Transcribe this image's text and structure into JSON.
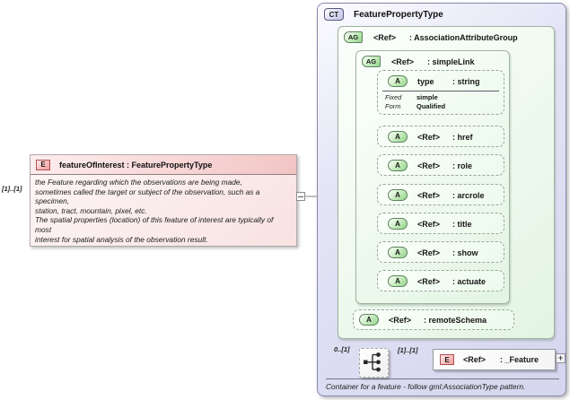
{
  "element": {
    "cardinality": "[1]..[1]",
    "badge": "E",
    "title": "featureOfInterest : FeaturePropertyType",
    "documentation": "the Feature regarding which the observations are being made,\nsometimes called the target or subject of the observation, such as a\nspecimen,\nstation, tract, mountain, pixel, etc.\nThe spatial properties (location) of this feature of interest are typically of\nmost\ninterest for spatial analysis of the observation result."
  },
  "complex_type": {
    "badge": "CT",
    "title": "FeaturePropertyType",
    "association_attribute_group": {
      "badge": "AG",
      "ref": "<Ref>",
      "name": ": AssociationAttributeGroup"
    },
    "simple_link": {
      "badge": "AG",
      "ref": "<Ref>",
      "name": ": simpleLink"
    },
    "type_attribute": {
      "badge": "A",
      "name": "type",
      "type": ": string",
      "fixed_label": "Fixed",
      "fixed_value": "simple",
      "form_label": "Form",
      "form_value": "Qualified"
    },
    "attributes": [
      {
        "badge": "A",
        "ref": "<Ref>",
        "name": ": href"
      },
      {
        "badge": "A",
        "ref": "<Ref>",
        "name": ": role"
      },
      {
        "badge": "A",
        "ref": "<Ref>",
        "name": ": arcrole"
      },
      {
        "badge": "A",
        "ref": "<Ref>",
        "name": ": title"
      },
      {
        "badge": "A",
        "ref": "<Ref>",
        "name": ": show"
      },
      {
        "badge": "A",
        "ref": "<Ref>",
        "name": ": actuate"
      }
    ],
    "remote_schema": {
      "badge": "A",
      "ref": "<Ref>",
      "name": ": remoteSchema"
    },
    "sequence_cardinality": "0..[1]",
    "feature_cardinality": "[1]..[1]",
    "feature_element": {
      "badge": "E",
      "ref": "<Ref>",
      "name": ": _Feature",
      "expand_label": "+"
    },
    "footer": "Container for a feature - follow gml:AssociationType pattern."
  }
}
